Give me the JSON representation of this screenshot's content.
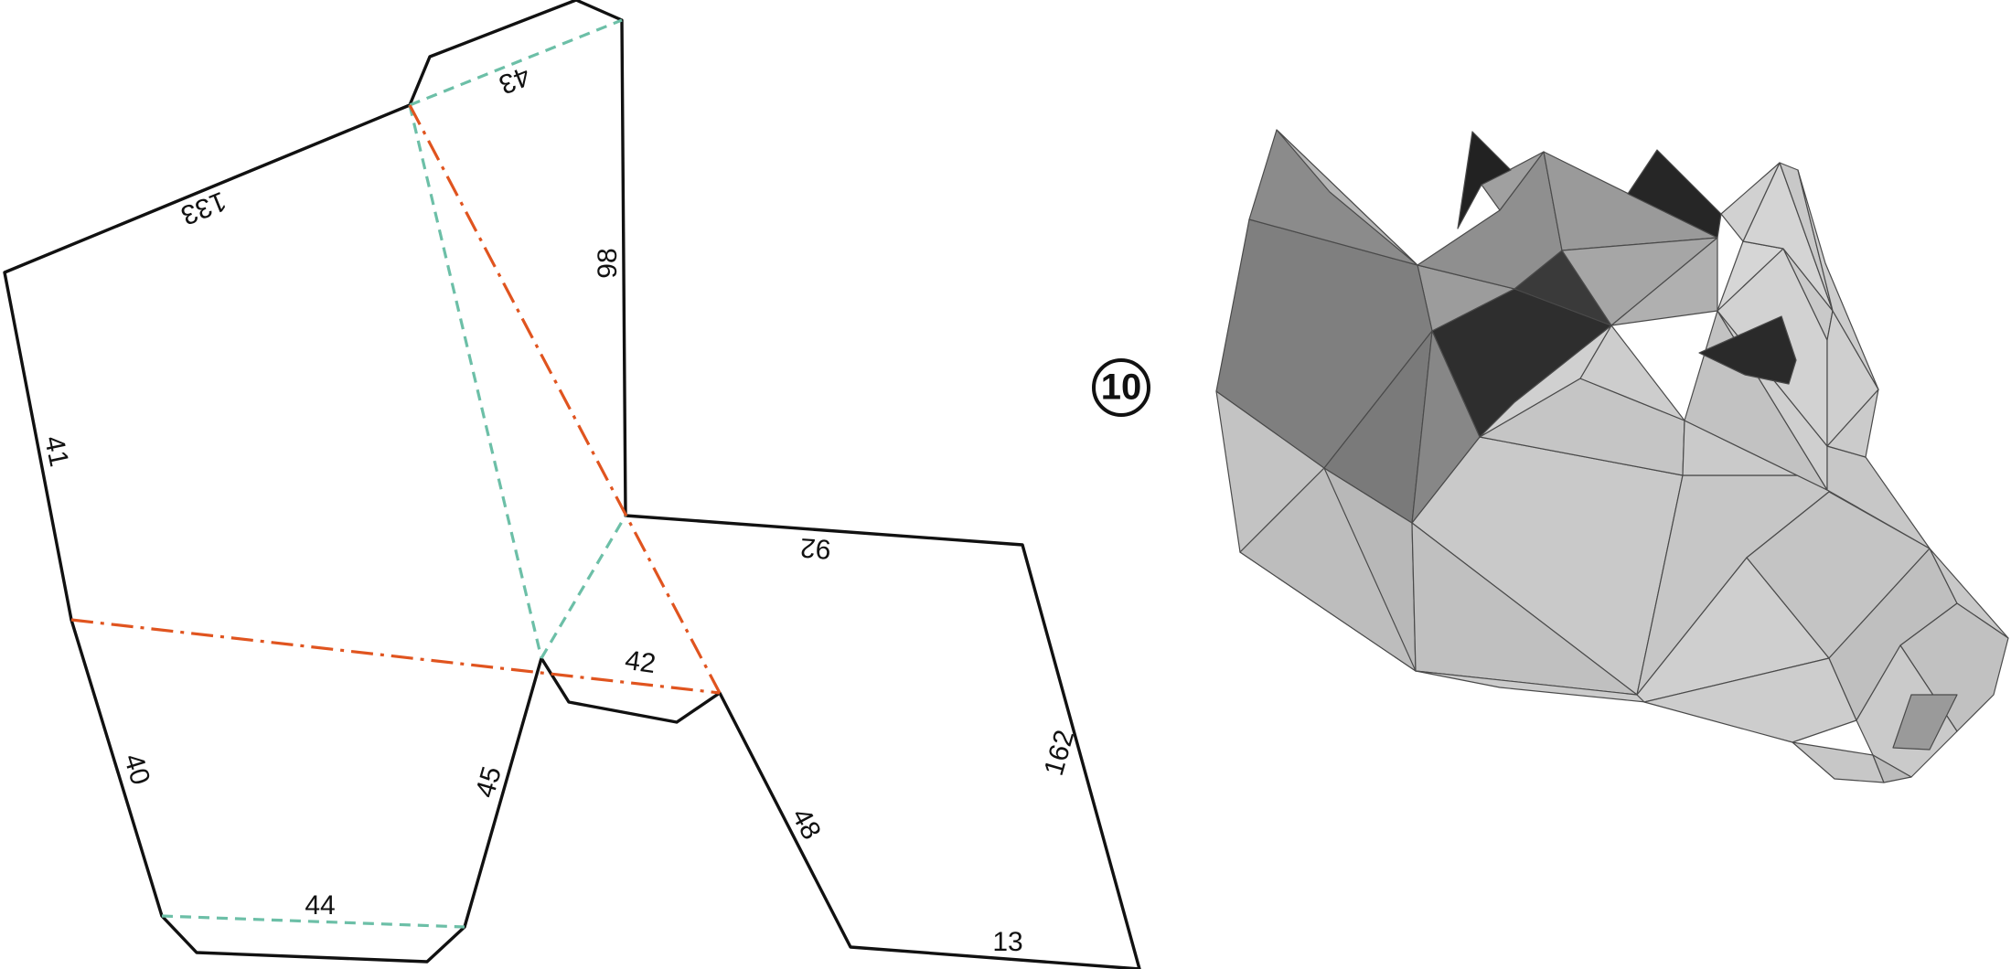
{
  "step": {
    "number": "10"
  },
  "edge_labels": {
    "top_tab": "43",
    "top_left": "133",
    "right_tall": "98",
    "left": "41",
    "lower_left": "40",
    "bottom": "44",
    "inner_left": "45",
    "middle": "42",
    "right_top": "92",
    "right_long": "162",
    "right_inner": "48",
    "right_bottom": "13"
  },
  "colors": {
    "cut_line": "#111111",
    "valley_fold": "#6cbfa7",
    "mountain_fold": "#e0541f",
    "model_light": "#c2c2c2",
    "model_mid": "#8a8a8a",
    "model_dark": "#2b2b2b"
  }
}
